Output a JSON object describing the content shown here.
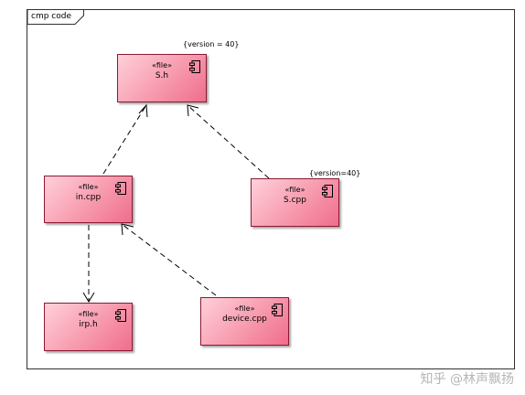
{
  "frame": {
    "label": "cmp code"
  },
  "components": [
    {
      "id": "sh",
      "stereotype": "«file»",
      "name": "S.h"
    },
    {
      "id": "incpp",
      "stereotype": "«file»",
      "name": "in.cpp"
    },
    {
      "id": "scpp",
      "stereotype": "«file»",
      "name": "S.cpp"
    },
    {
      "id": "irph",
      "stereotype": "«file»",
      "name": "irp.h"
    },
    {
      "id": "devicecpp",
      "stereotype": "«file»",
      "name": "device.cpp"
    }
  ],
  "constraints": {
    "sh": "{version = 40}",
    "scpp": "{version=40}"
  },
  "edges": [
    {
      "from": "incpp",
      "to": "sh",
      "style": "dashed"
    },
    {
      "from": "scpp",
      "to": "sh",
      "style": "dashed"
    },
    {
      "from": "incpp",
      "to": "irph",
      "style": "dashed"
    },
    {
      "from": "devicecpp",
      "to": "incpp",
      "style": "dashed"
    }
  ],
  "watermark": "知乎 @林声飘扬",
  "colors": {
    "component_fill": "#f79aae",
    "component_border": "#8b1a32",
    "frame_border": "#303030"
  }
}
